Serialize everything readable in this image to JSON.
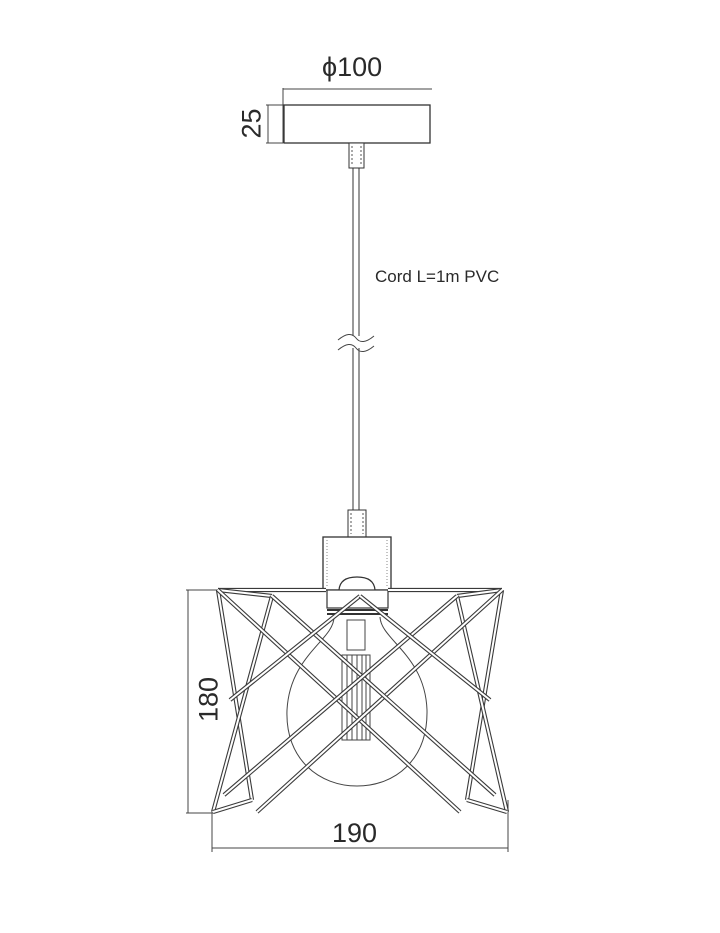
{
  "dimensions": {
    "canopy_diameter": "ϕ100",
    "canopy_height": "25",
    "shade_height": "180",
    "shade_width": "190"
  },
  "cord_note": "Cord L=1m  PVC",
  "colors": {
    "line": "#333333",
    "background": "#ffffff"
  }
}
